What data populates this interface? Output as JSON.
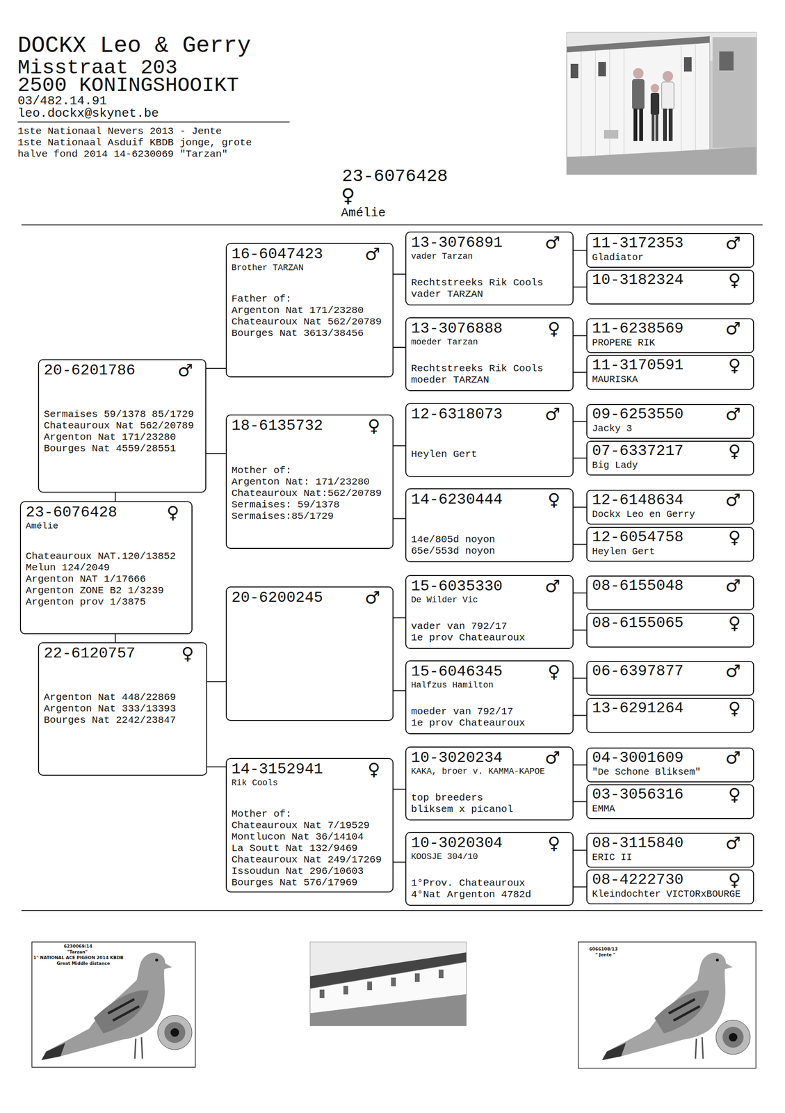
{
  "diagram": {
    "title": "23-6076428",
    "nodes": [
      {
        "text": [
          "23-6076428",
          "♀",
          "Amélie",
          "Chateauroux NAT.120/13852 Melun 124/2049 Argenton NAT 1/17666 Argenton ZONE B2 1/3239 Argenton prov 1/3875"
        ]
      },
      {
        "text": [
          "20-6201786",
          "♂",
          "Sermaises 59/1378 85/1729 Chateauroux Nat 562/20789 Argenton Nat 171/23280 Bourges Nat 4559/28551"
        ]
      },
      {
        "text": [
          "22-6120757",
          "♀",
          "Argenton Nat 448/22869 Argenton Nat 333/13393 Bourges Nat 2242/23847"
        ]
      },
      {
        "text": [
          "16-6047423",
          "♂",
          "Brother TARZAN",
          "Father of: Argenton Nat 171/23280 Chateauroux Nat 562/20789 Bourges Nat 3613/38456"
        ]
      },
      {
        "text": [
          "18-6135732",
          "♀",
          "Mother of: Argenton Nat: 171/23280 Chateauroux Nat:562/20789 Sermaises: 59/1378 Sermaises:85/1729"
        ]
      },
      {
        "text": [
          "20-6200245",
          "♂"
        ]
      },
      {
        "text": [
          "14-3152941",
          "♀",
          "Rik Cools",
          "Mother of: Chateauroux Nat 7/19529 Montlucon Nat 36/14104 La Soutt Nat 132/9469 Chateauroux Nat 249/17269 Issoudun Nat 296/10603 Bourges Nat 576/17969"
        ]
      },
      {
        "text": [
          "13-3076891",
          "♂",
          "vader Tarzan",
          "Rechtstreeks Rik Cools vader TARZAN"
        ]
      },
      {
        "text": [
          "13-3076888",
          "♀",
          "moeder Tarzan",
          "Rechtstreeks Rik Cools moeder TARZAN"
        ]
      },
      {
        "text": [
          "12-6318073",
          "♂",
          "Heylen Gert"
        ]
      },
      {
        "text": [
          "14-6230444",
          "♀",
          "14e/805d noyon 65e/553d noyon"
        ]
      },
      {
        "text": [
          "15-6035330",
          "♂",
          "De Wilder Vic",
          "vader van 792/17 1e prov Chateauroux"
        ]
      },
      {
        "text": [
          "15-6046345",
          "♀",
          "Halfzus Hamilton",
          "moeder van 792/17 1e prov Chateauroux"
        ]
      },
      {
        "text": [
          "10-3020234",
          "♂",
          "KAKA, broer v. KAMMA-KAPOE",
          "top breeders bliksem x picanol"
        ]
      },
      {
        "text": [
          "10-3020304",
          "♀",
          "KOOSJE 304/10",
          "1°Prov. Chateauroux 4°Nat Argenton 4782d"
        ]
      },
      {
        "text": [
          "11-3172353",
          "♂",
          "Gladiator"
        ]
      },
      {
        "text": [
          "10-3182324",
          "♀"
        ]
      },
      {
        "text": [
          "11-6238569",
          "♂",
          "PROPERE RIK"
        ]
      },
      {
        "text": [
          "11-3170591",
          "♀",
          "MAURISKA"
        ]
      },
      {
        "text": [
          "09-6253550",
          "♂",
          "Jacky 3"
        ]
      },
      {
        "text": [
          "07-6337217",
          "♀",
          "Big Lady"
        ]
      },
      {
        "text": [
          "12-6148634",
          "♂",
          "Dockx Leo en Gerry"
        ]
      },
      {
        "text": [
          "12-6054758",
          "♀",
          "Heylen Gert"
        ]
      },
      {
        "text": [
          "08-6155048",
          "♂"
        ]
      },
      {
        "text": [
          "08-6155065",
          "♀"
        ]
      },
      {
        "text": [
          "06-6397877",
          "♂"
        ]
      },
      {
        "text": [
          "13-6291264",
          "♀"
        ]
      },
      {
        "text": [
          "04-3001609",
          "♂",
          "\"De Schone Bliksem\""
        ]
      },
      {
        "text": [
          "03-3056316",
          "♀",
          "EMMA"
        ]
      },
      {
        "text": [
          "08-3115840",
          "♂",
          "ERIC II"
        ]
      },
      {
        "text": [
          "08-4222730",
          "♀",
          "Kleindochter VICTORxBOURGE"
        ]
      }
    ],
    "edges": [
      {
        "from": 0,
        "to": 1,
        "arrow": "none"
      },
      {
        "from": 0,
        "to": 2,
        "arrow": "none"
      },
      {
        "from": 1,
        "to": 3,
        "arrow": "none"
      },
      {
        "from": 1,
        "to": 4,
        "arrow": "none"
      },
      {
        "from": 2,
        "to": 5,
        "arrow": "none"
      },
      {
        "from": 2,
        "to": 6,
        "arrow": "none"
      },
      {
        "from": 3,
        "to": 7,
        "arrow": "none"
      },
      {
        "from": 3,
        "to": 8,
        "arrow": "none"
      },
      {
        "from": 4,
        "to": 9,
        "arrow": "none"
      },
      {
        "from": 4,
        "to": 10,
        "arrow": "none"
      },
      {
        "from": 5,
        "to": 11,
        "arrow": "none"
      },
      {
        "from": 5,
        "to": 12,
        "arrow": "none"
      },
      {
        "from": 6,
        "to": 13,
        "arrow": "none"
      },
      {
        "from": 6,
        "to": 14,
        "arrow": "none"
      },
      {
        "from": 7,
        "to": 15,
        "arrow": "none"
      },
      {
        "from": 7,
        "to": 16,
        "arrow": "none"
      },
      {
        "from": 8,
        "to": 17,
        "arrow": "none"
      },
      {
        "from": 8,
        "to": 18,
        "arrow": "none"
      },
      {
        "from": 9,
        "to": 19,
        "arrow": "none"
      },
      {
        "from": 9,
        "to": 20,
        "arrow": "none"
      },
      {
        "from": 10,
        "to": 21,
        "arrow": "none"
      },
      {
        "from": 10,
        "to": 22,
        "arrow": "none"
      },
      {
        "from": 11,
        "to": 23,
        "arrow": "none"
      },
      {
        "from": 11,
        "to": 24,
        "arrow": "none"
      },
      {
        "from": 12,
        "to": 25,
        "arrow": "none"
      },
      {
        "from": 12,
        "to": 26,
        "arrow": "none"
      },
      {
        "from": 13,
        "to": 27,
        "arrow": "none"
      },
      {
        "from": 13,
        "to": 28,
        "arrow": "none"
      },
      {
        "from": 14,
        "to": 29,
        "arrow": "none"
      },
      {
        "from": 14,
        "to": 30,
        "arrow": "none"
      }
    ],
    "labels": [
      "DOCKX Leo & Gerry",
      "Misstraat 203",
      "2500 KONINGSHOOIKT",
      "03/482.14.91",
      "leo.dockx@skynet.be",
      "1ste Nationaal Nevers 2013 - Jente",
      "1ste Nationaal Asduif KBDB jonge, grote halve fond 2014 14-6230069 \"Tarzan\"",
      "♀",
      "Amélie",
      "6230069/14",
      "\"Tarzan\"",
      "1° NATIONAL ACE PIGEON 2014 KBDB",
      "Great Middle distance",
      "6066108/13",
      "\" Jente \""
    ]
  }
}
